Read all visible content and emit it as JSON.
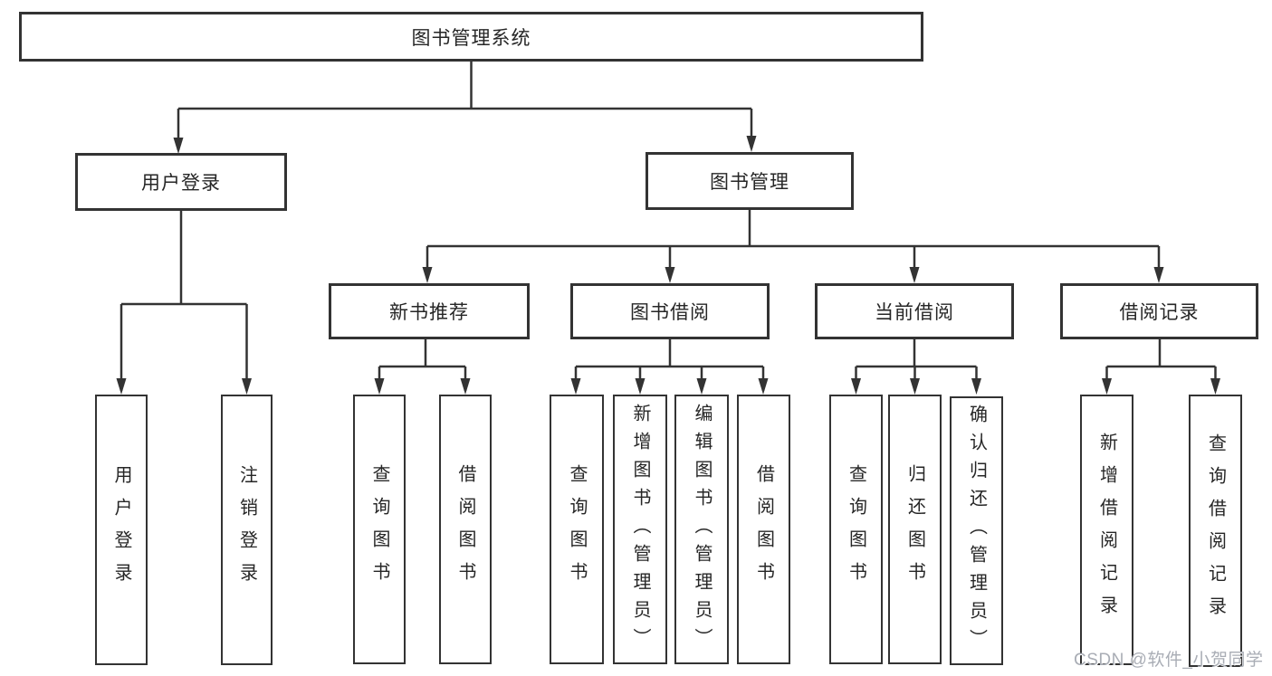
{
  "colors": {
    "line": "#333333",
    "box_border": "#333333",
    "box_fill": "#ffffff",
    "text": "#262626",
    "watermark": "#a9adb5",
    "background": "#ffffff"
  },
  "tree": {
    "root": {
      "label": "图书管理系统"
    },
    "branches": [
      {
        "label": "用户登录",
        "children": [
          {
            "label": "用户登录"
          },
          {
            "label": "注销登录"
          }
        ]
      },
      {
        "label": "图书管理",
        "children": [
          {
            "label": "新书推荐",
            "children": [
              {
                "label": "查询图书"
              },
              {
                "label": "借阅图书"
              }
            ]
          },
          {
            "label": "图书借阅",
            "children": [
              {
                "label": "查询图书"
              },
              {
                "label": "新增图书（管理员）"
              },
              {
                "label": "编辑图书（管理员）"
              },
              {
                "label": "借阅图书"
              }
            ]
          },
          {
            "label": "当前借阅",
            "children": [
              {
                "label": "查询图书"
              },
              {
                "label": "归还图书"
              },
              {
                "label": "确认归还（管理员）"
              }
            ]
          },
          {
            "label": "借阅记录",
            "children": [
              {
                "label": "新增借阅记录"
              },
              {
                "label": "查询借阅记录"
              }
            ]
          }
        ]
      }
    ]
  },
  "watermark": {
    "text": "CSDN @软件_小贺同学"
  }
}
